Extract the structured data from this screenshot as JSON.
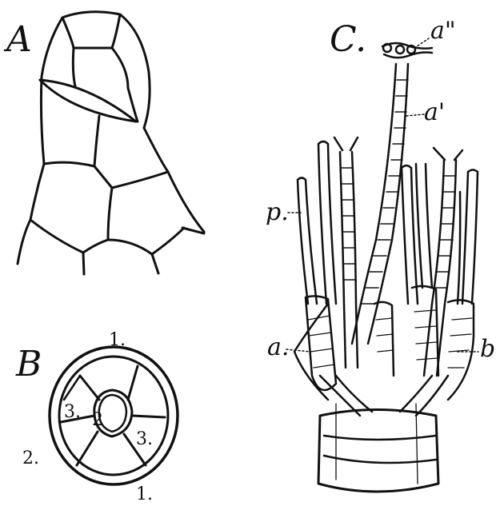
{
  "panels": {
    "A": {
      "label": "A"
    },
    "B": {
      "label": "B",
      "numbers": {
        "top": "1.",
        "bottom": "1.",
        "left_outer": "2.",
        "center": "2",
        "left_inner": "3.",
        "right_inner": "3."
      }
    },
    "C": {
      "label": "C.",
      "callouts": {
        "a_dd": "a\"",
        "a_d": "a'",
        "p": "p.",
        "a": "a.",
        "b": "b"
      }
    }
  }
}
